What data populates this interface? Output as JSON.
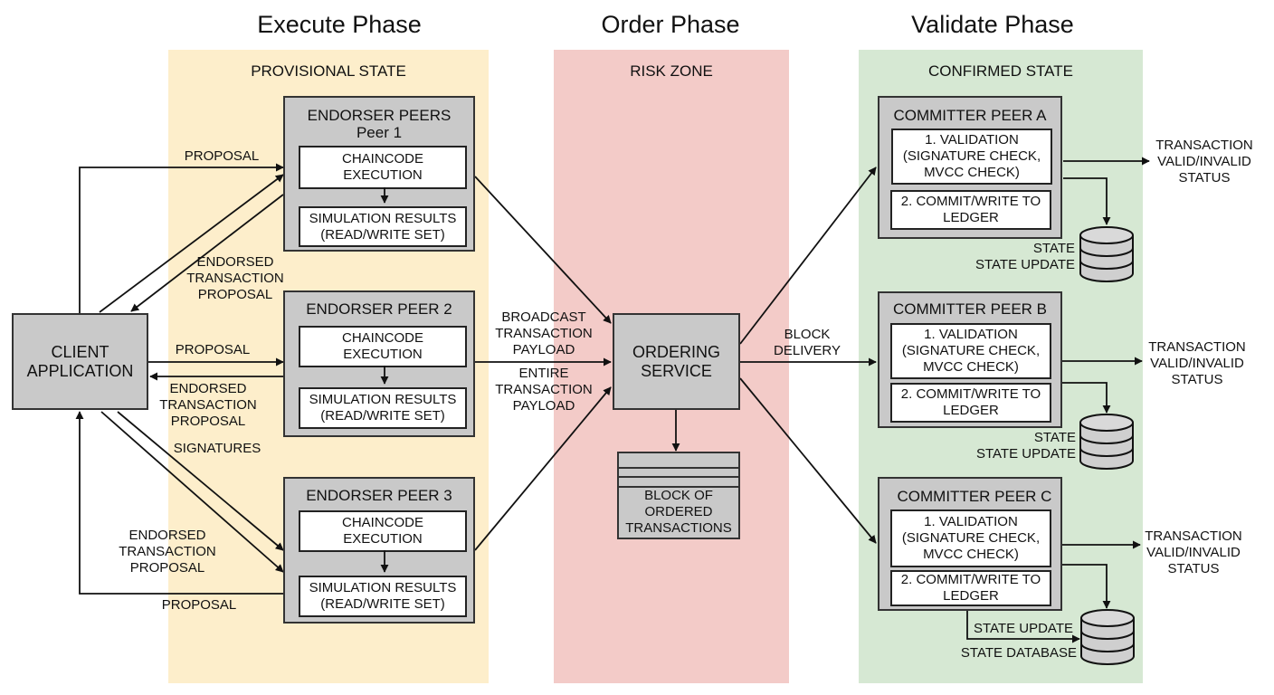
{
  "phases": {
    "execute": {
      "title": "Execute Phase",
      "state_label": "PROVISIONAL STATE",
      "color": "#fdeecb"
    },
    "order": {
      "title": "Order Phase",
      "state_label": "RISK ZONE",
      "color": "#f3cbc8"
    },
    "validate": {
      "title": "Validate Phase",
      "state_label": "CONFIRMED STATE",
      "color": "#d6e8d3"
    }
  },
  "client": {
    "label": "CLIENT\nAPPLICATION"
  },
  "endorsers": [
    {
      "title": "ENDORSER PEERS\nPeer 1",
      "execution": "CHAINCODE\nEXECUTION",
      "results": "SIMULATION RESULTS\n(READ/WRITE SET)"
    },
    {
      "title": "ENDORSER PEER 2",
      "execution": "CHAINCODE\nEXECUTION",
      "results": "SIMULATION RESULTS\n(READ/WRITE SET)"
    },
    {
      "title": "ENDORSER PEER 3",
      "execution": "CHAINCODE\nEXECUTION",
      "results": "SIMULATION RESULTS\n(READ/WRITE SET)"
    }
  ],
  "execute_labels": {
    "proposal_1": "PROPOSAL",
    "endorsed_1": "ENDORSED\nTRANSACTION\nPROPOSAL",
    "proposal_2": "PROPOSAL",
    "endorsed_2": "ENDORSED\nTRANSACTION\nPROPOSAL",
    "signatures": "SIGNATURES",
    "endorsed_3": "ENDORSED\nTRANSACTION\nPROPOSAL",
    "proposal_3": "PROPOSAL"
  },
  "order_labels": {
    "broadcast": "BROADCAST\nTRANSACTION\nPAYLOAD",
    "entire": "ENTIRE\nTRANSACTION\nPAYLOAD",
    "block_delivery": "BLOCK\nDELIVERY"
  },
  "ordering_service": {
    "label": "ORDERING\nSERVICE"
  },
  "block": {
    "label": "BLOCK OF\nORDERED\nTRANSACTIONS"
  },
  "committers": [
    {
      "title": "COMMITTER PEER A",
      "validation": "1. VALIDATION\n(SIGNATURE CHECK,\nMVCC CHECK)",
      "commit": "2. COMMIT/WRITE TO\nLEDGER",
      "status": "TRANSACTION\nVALID/INVALID\nSTATUS",
      "db_label": "STATE\nSTATE UPDATE"
    },
    {
      "title": "COMMITTER PEER B",
      "validation": "1. VALIDATION\n(SIGNATURE CHECK,\nMVCC CHECK)",
      "commit": "2. COMMIT/WRITE TO\nLEDGER",
      "status": "TRANSACTION\nVALID/INVALID\nSTATUS",
      "db_label": "STATE\nSTATE UPDATE"
    },
    {
      "title": "COMMITTER PEER C",
      "validation": "1. VALIDATION\n(SIGNATURE CHECK,\nMVCC CHECK)",
      "commit": "2. COMMIT/WRITE TO\nLEDGER",
      "status": "TRANSACTION\nVALID/INVALID\nSTATUS",
      "state_update": "STATE UPDATE",
      "db_label": "STATE DATABASE"
    }
  ]
}
